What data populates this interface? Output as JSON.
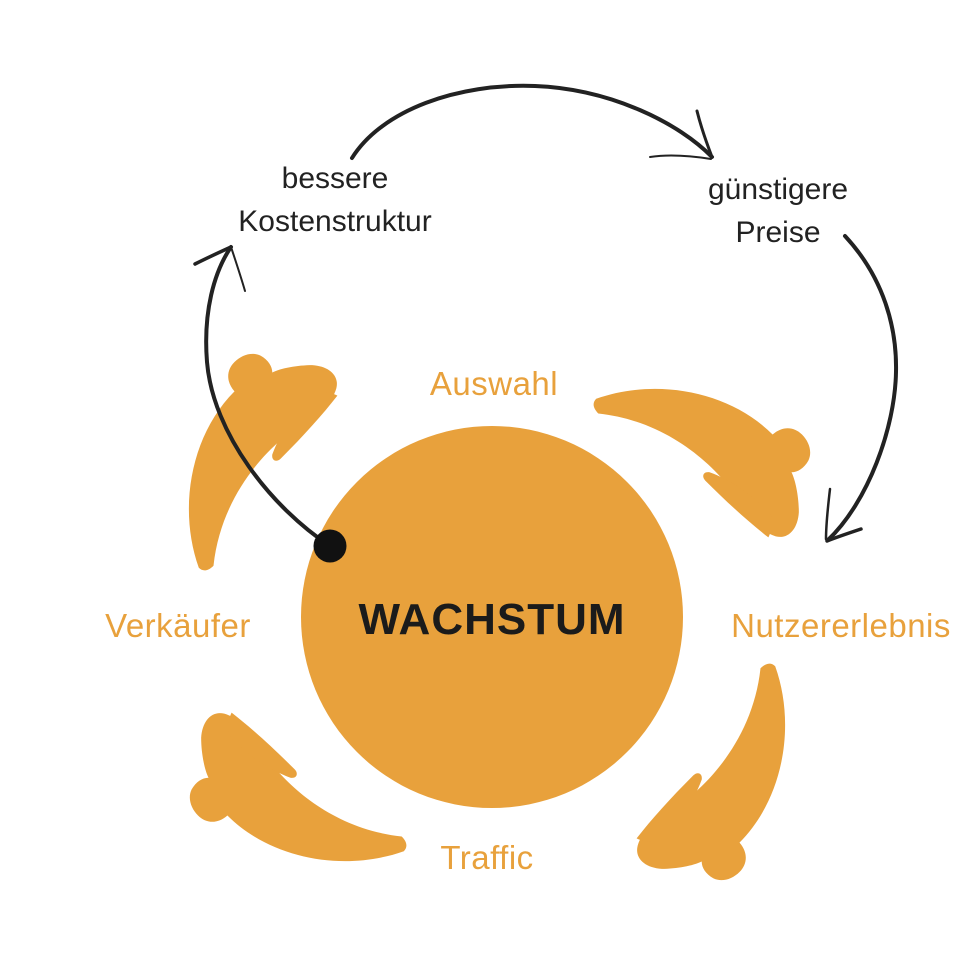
{
  "diagram": {
    "center": {
      "label": "WACHSTUM"
    },
    "flywheel_labels": [
      {
        "id": "auswahl",
        "label": "Auswahl"
      },
      {
        "id": "nutzererlebnis",
        "label": "Nutzererlebnis"
      },
      {
        "id": "traffic",
        "label": "Traffic"
      },
      {
        "id": "verkaeufer",
        "label": "Verkäufer"
      }
    ],
    "outer_loop_labels": [
      {
        "id": "kostenstruktur",
        "lines": [
          "bessere",
          "Kostenstruktur"
        ]
      },
      {
        "id": "preise",
        "lines": [
          "günstigere",
          "Preise"
        ]
      }
    ],
    "icons": [
      "flywheel-arrow-icon",
      "hand-drawn-curve-arrow-icon",
      "loop-anchor-dot-icon"
    ],
    "colors": {
      "accent": "#E8A13C",
      "ink": "#222222",
      "dot": "#111111",
      "background": "#FFFFFF"
    }
  }
}
